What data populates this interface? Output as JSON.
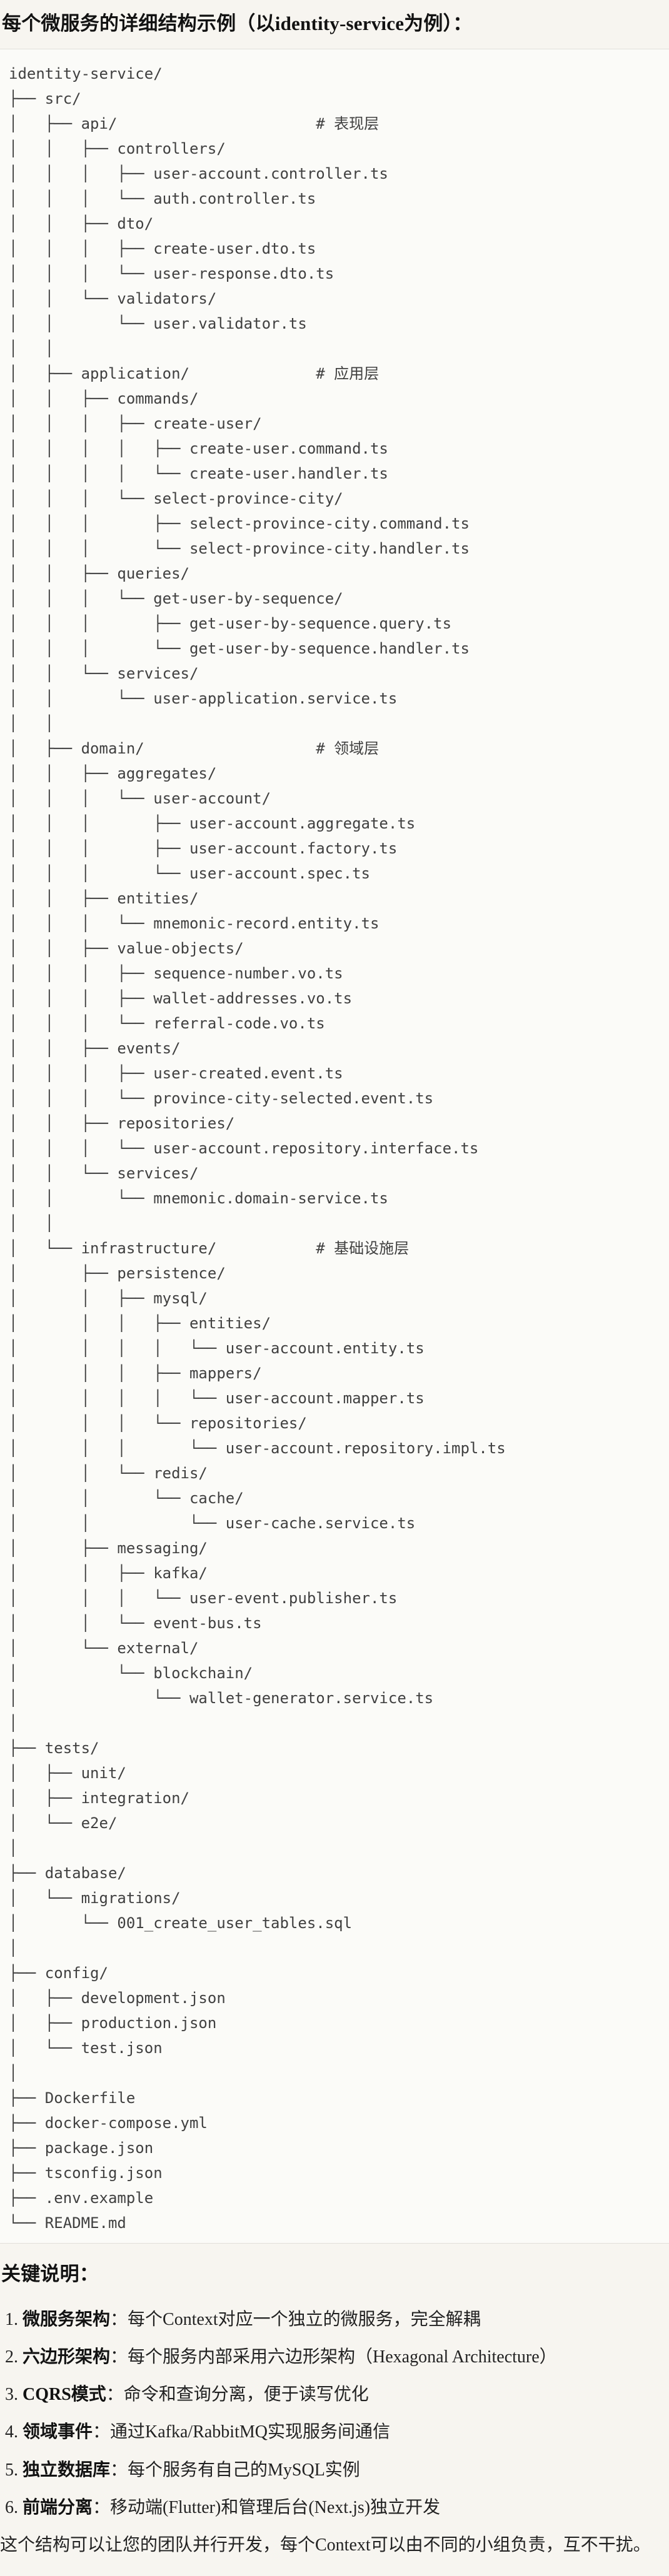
{
  "page": {
    "title": "每个微服务的详细结构示例（以identity-service为例）："
  },
  "code_block": {
    "language": "text",
    "tree_lines": [
      "identity-service/",
      "├── src/",
      "│   ├── api/                      # 表现层",
      "│   │   ├── controllers/",
      "│   │   │   ├── user-account.controller.ts",
      "│   │   │   └── auth.controller.ts",
      "│   │   ├── dto/",
      "│   │   │   ├── create-user.dto.ts",
      "│   │   │   └── user-response.dto.ts",
      "│   │   └── validators/",
      "│   │       └── user.validator.ts",
      "│   │",
      "│   ├── application/              # 应用层",
      "│   │   ├── commands/",
      "│   │   │   ├── create-user/",
      "│   │   │   │   ├── create-user.command.ts",
      "│   │   │   │   └── create-user.handler.ts",
      "│   │   │   └── select-province-city/",
      "│   │   │       ├── select-province-city.command.ts",
      "│   │   │       └── select-province-city.handler.ts",
      "│   │   ├── queries/",
      "│   │   │   └── get-user-by-sequence/",
      "│   │   │       ├── get-user-by-sequence.query.ts",
      "│   │   │       └── get-user-by-sequence.handler.ts",
      "│   │   └── services/",
      "│   │       └── user-application.service.ts",
      "│   │",
      "│   ├── domain/                   # 领域层",
      "│   │   ├── aggregates/",
      "│   │   │   └── user-account/",
      "│   │   │       ├── user-account.aggregate.ts",
      "│   │   │       ├── user-account.factory.ts",
      "│   │   │       └── user-account.spec.ts",
      "│   │   ├── entities/",
      "│   │   │   └── mnemonic-record.entity.ts",
      "│   │   ├── value-objects/",
      "│   │   │   ├── sequence-number.vo.ts",
      "│   │   │   ├── wallet-addresses.vo.ts",
      "│   │   │   └── referral-code.vo.ts",
      "│   │   ├── events/",
      "│   │   │   ├── user-created.event.ts",
      "│   │   │   └── province-city-selected.event.ts",
      "│   │   ├── repositories/",
      "│   │   │   └── user-account.repository.interface.ts",
      "│   │   └── services/",
      "│   │       └── mnemonic.domain-service.ts",
      "│   │",
      "│   └── infrastructure/           # 基础设施层",
      "│       ├── persistence/",
      "│       │   ├── mysql/",
      "│       │   │   ├── entities/",
      "│       │   │   │   └── user-account.entity.ts",
      "│       │   │   ├── mappers/",
      "│       │   │   │   └── user-account.mapper.ts",
      "│       │   │   └── repositories/",
      "│       │   │       └── user-account.repository.impl.ts",
      "│       │   └── redis/",
      "│       │       └── cache/",
      "│       │           └── user-cache.service.ts",
      "│       ├── messaging/",
      "│       │   ├── kafka/",
      "│       │   │   └── user-event.publisher.ts",
      "│       │   └── event-bus.ts",
      "│       └── external/",
      "│           └── blockchain/",
      "│               └── wallet-generator.service.ts",
      "│",
      "├── tests/",
      "│   ├── unit/",
      "│   ├── integration/",
      "│   └── e2e/",
      "│",
      "├── database/",
      "│   └── migrations/",
      "│       └── 001_create_user_tables.sql",
      "│",
      "├── config/",
      "│   ├── development.json",
      "│   ├── production.json",
      "│   └── test.json",
      "│",
      "├── Dockerfile",
      "├── docker-compose.yml",
      "├── package.json",
      "├── tsconfig.json",
      "├── .env.example",
      "└── README.md"
    ]
  },
  "notes": {
    "heading": "关键说明：",
    "items": [
      {
        "num": "1.",
        "term": "微服务架构",
        "desc": "：每个Context对应一个独立的微服务，完全解耦"
      },
      {
        "num": "2.",
        "term": "六边形架构",
        "desc": "：每个服务内部采用六边形架构（Hexagonal Architecture）"
      },
      {
        "num": "3.",
        "term": "CQRS模式",
        "desc": "：命令和查询分离，便于读写优化"
      },
      {
        "num": "4.",
        "term": "领域事件",
        "desc": "：通过Kafka/RabbitMQ实现服务间通信"
      },
      {
        "num": "5.",
        "term": "独立数据库",
        "desc": "：每个服务有自己的MySQL实例"
      },
      {
        "num": "6.",
        "term": "前端分离",
        "desc": "：移动端(Flutter)和管理后台(Next.js)独立开发"
      }
    ],
    "footer": "这个结构可以让您的团队并行开发，每个Context可以由不同的小组负责，互不干扰。"
  },
  "colors": {
    "page_background": "#f7f5f0",
    "code_background": "#fbfbf8",
    "code_border": "#e2e0da",
    "code_text": "#404040",
    "heading_text": "#121212",
    "body_text": "#222222"
  }
}
